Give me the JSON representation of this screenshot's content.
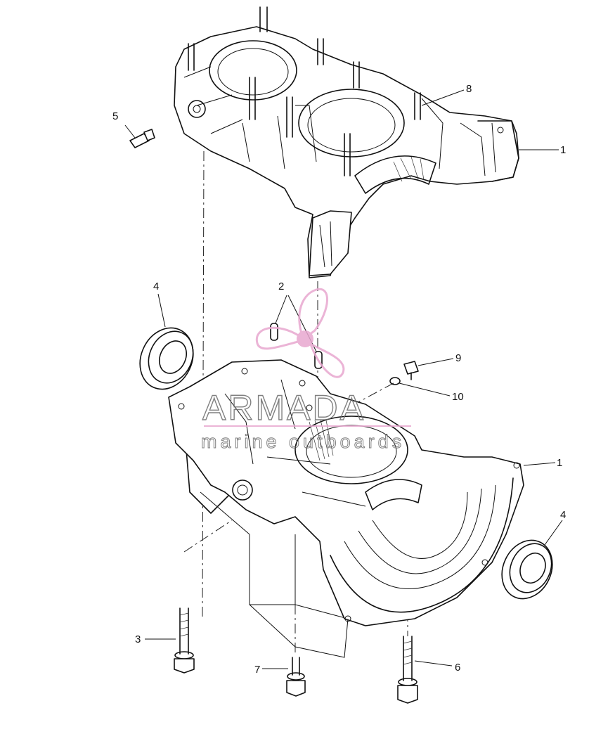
{
  "diagram": {
    "callouts": {
      "c1_upper": "1",
      "c1_lower": "1",
      "c2": "2",
      "c3": "3",
      "c4_left": "4",
      "c4_right": "4",
      "c5": "5",
      "c6": "6",
      "c7": "7",
      "c8": "8",
      "c9": "9",
      "c10": "10"
    },
    "watermark": {
      "title": "ARMADA",
      "subtitle": "marine outboards",
      "accent_color": "#e8a7cf",
      "line_color": "#6b6b6b"
    }
  }
}
